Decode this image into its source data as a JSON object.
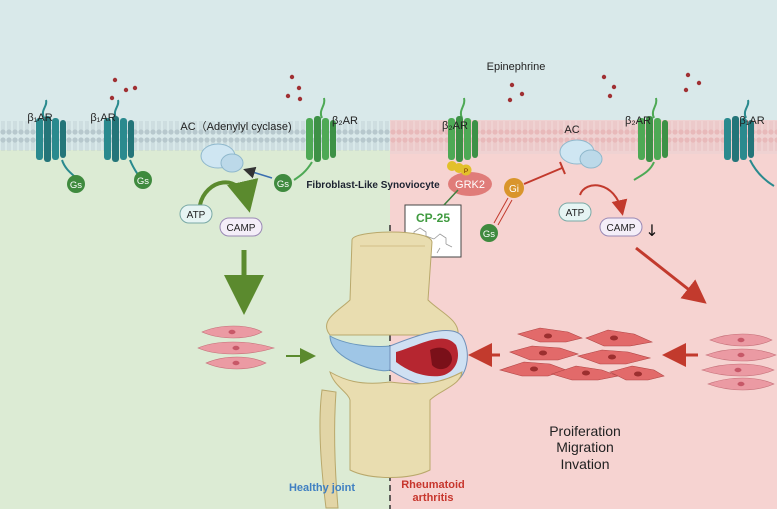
{
  "labels": {
    "b1ar": "β₁AR",
    "b2ar": "β₂AR",
    "ac_full": "AC（Adenylyl cyclase)",
    "ac": "AC",
    "gs": "Gs",
    "gi": "Gi",
    "grk2": "GRK2",
    "phospho": "P",
    "atp": "ATP",
    "camp": "CAMP",
    "epinephrine": "Epinephrine",
    "fls": "Fibroblast-Like Synoviocyte",
    "cp25": "CP-25",
    "healthy": "Healthy joint",
    "ra_line1": "Rheumatoid",
    "ra_line2": "arthritis",
    "outcome1": "Proiferation",
    "outcome2": "Migration",
    "outcome3": "Invation",
    "down_arrow": "↓"
  },
  "colors": {
    "healthy_bg": "#dcebd4",
    "ra_bg": "#f6d3d1",
    "extracellular_bg": "#d9e9ea",
    "membrane_left": "#c9d6da",
    "membrane_right": "#eecfcf",
    "b1ar_receptor": "#2a8a8e",
    "b2ar_receptor": "#4ea955",
    "gs": "#3f8a3e",
    "gi": "#d9952b",
    "grk2": "#e07c79",
    "ac": "#cfe6f2",
    "epinephrine_dot": "#a03033",
    "healthy_arrow": "#5b8a2e",
    "ra_arrow": "#c23a2d",
    "healthy_text": "#3f7fc2",
    "ra_text": "#c7362d",
    "cp25_text": "#3f9a3f",
    "cell_fill": "#e78c8c"
  }
}
